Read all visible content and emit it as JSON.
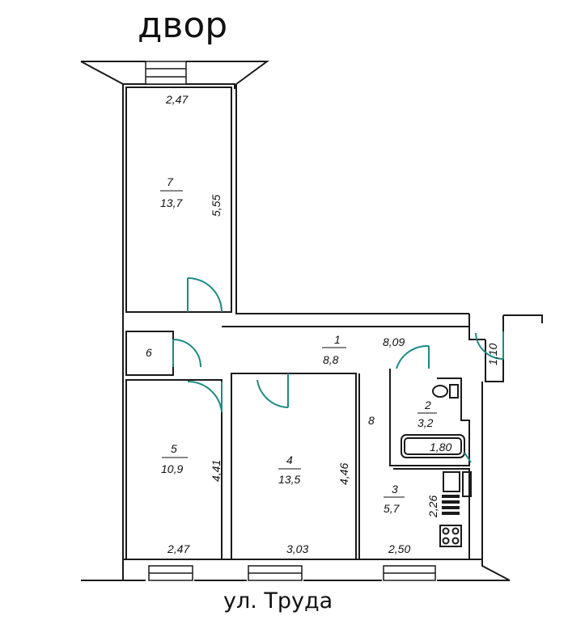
{
  "titles": {
    "top": "двор",
    "bottom": "ул. Труда"
  },
  "rooms": {
    "r7": {
      "num": "7",
      "area": "13,7",
      "width": "2,47",
      "length": "5,55"
    },
    "r6": {
      "num": "6"
    },
    "r1": {
      "num": "1",
      "area": "8,8",
      "length": "8,09",
      "width": "1,10"
    },
    "r5": {
      "num": "5",
      "area": "10,9",
      "length": "4,41",
      "width": "2,47"
    },
    "r4": {
      "num": "4",
      "area": "13,5",
      "length": "4,46",
      "width": "3,03"
    },
    "r2": {
      "num": "2",
      "area": "3,2",
      "bath": "1,80"
    },
    "r3": {
      "num": "3",
      "area": "5,7",
      "length": "2,26",
      "width": "2,50"
    },
    "corridor": {
      "dim": "8"
    }
  },
  "colors": {
    "wall": "#1a1a1a",
    "door": "#1b8a84",
    "bg": "#ffffff"
  }
}
